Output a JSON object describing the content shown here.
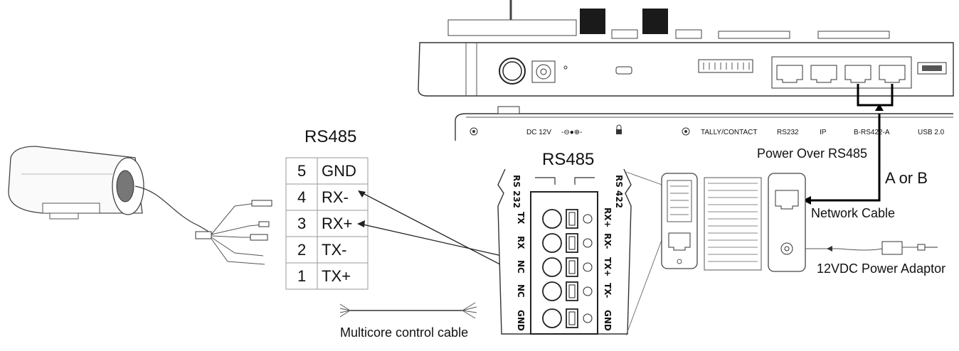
{
  "rs485_table": {
    "title": "RS485",
    "rows": [
      {
        "pin": "5",
        "name": "GND"
      },
      {
        "pin": "4",
        "name": "RX-"
      },
      {
        "pin": "3",
        "name": "RX+"
      },
      {
        "pin": "2",
        "name": "TX-"
      },
      {
        "pin": "1",
        "name": "TX+"
      }
    ]
  },
  "connector": {
    "title": "RS485",
    "left_header": "RS 232",
    "right_header": "RS 422",
    "left_pins": [
      "TX",
      "RX",
      "NC",
      "NC",
      "GND"
    ],
    "right_pins": [
      "RX+",
      "RX-",
      "TX+",
      "TX-",
      "GND"
    ]
  },
  "rear_panel": {
    "labels": [
      "DC 12V",
      "TALLY/CONTACT",
      "RS232",
      "IP",
      "B-RS422-A",
      "USB 2.0"
    ]
  },
  "labels": {
    "power_over": "Power Over RS485",
    "a_or_b": "A or B",
    "network_cable": "Network Cable",
    "power_adaptor": "12VDC Power Adaptor",
    "multicore": "Multicore control cable"
  }
}
